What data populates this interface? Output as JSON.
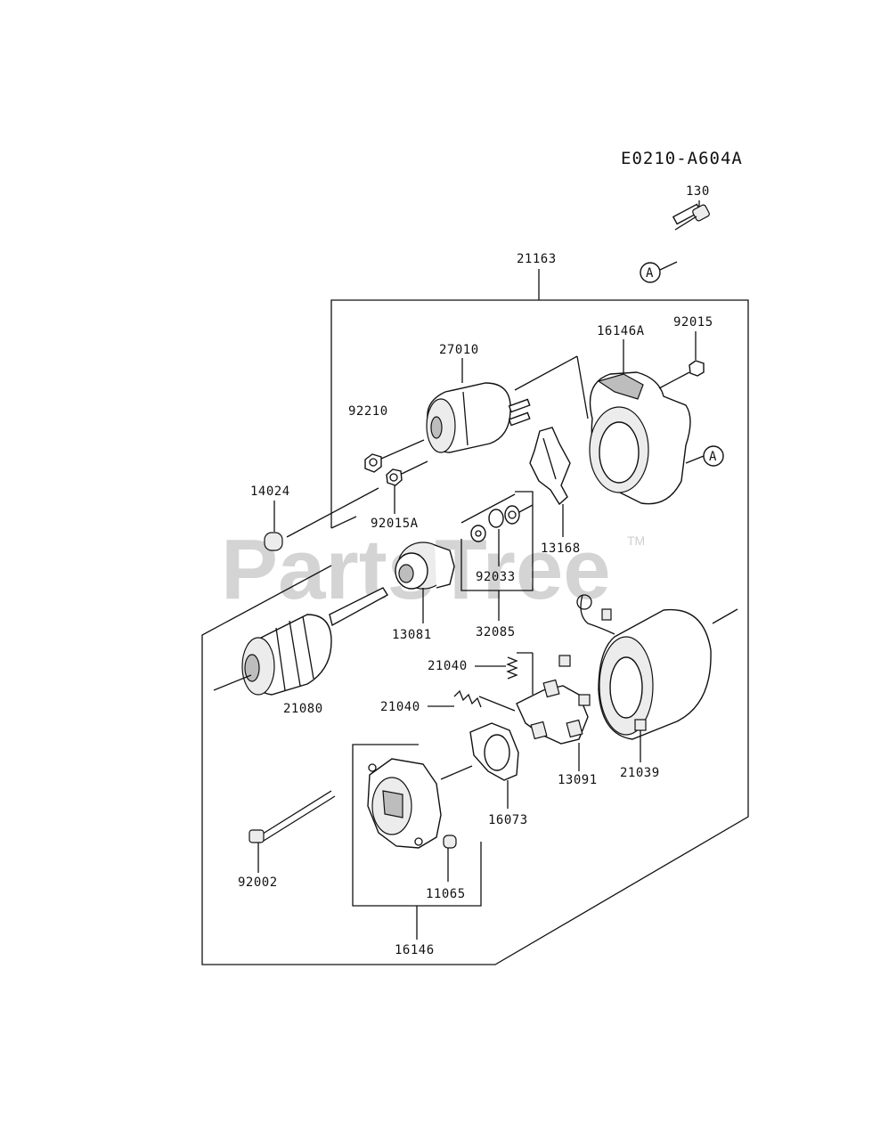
{
  "diagram_code": "E0210-A604A",
  "watermark": {
    "text": "PartsTree",
    "tm": "TM"
  },
  "ref_marker": "A",
  "labels": {
    "p130": "130",
    "p21163": "21163",
    "p16146A": "16146A",
    "p92015": "92015",
    "p27010": "27010",
    "p92210": "92210",
    "p14024": "14024",
    "p92015A": "92015A",
    "p13168": "13168",
    "p92033": "92033",
    "p13081": "13081",
    "p32085": "32085",
    "p21080": "21080",
    "p21040a": "21040",
    "p21040b": "21040",
    "p13091": "13091",
    "p21039": "21039",
    "p16073": "16073",
    "p92002": "92002",
    "p11065": "11065",
    "p16146": "16146"
  }
}
